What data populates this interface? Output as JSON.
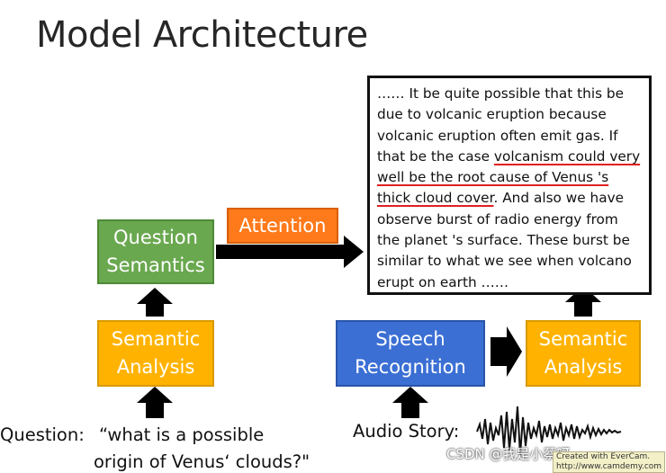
{
  "title": "Model Architecture",
  "boxes": {
    "question_semantics": "Question\nSemantics",
    "attention": "Attention",
    "semantic_analysis_left": "Semantic\nAnalysis",
    "speech_recognition": "Speech\nRecognition",
    "semantic_analysis_right": "Semantic\nAnalysis"
  },
  "story": {
    "part1": "…… It be quite possible that this be due to volcanic eruption because volcanic eruption often emit gas. If that be the case ",
    "underlined": "volcanism could very well be the root cause of Venus 's thick cloud cover",
    "part2": ". And also we have observe burst of radio energy from the planet 's surface. These burst be similar to what we see when volcano erupt on earth ……"
  },
  "question": {
    "label": "Question:",
    "line1": "“what is a possible",
    "line2": "origin of Venus‘ clouds?\""
  },
  "audio_label": "Audio Story:",
  "watermark": "CSDN @我是小蔡呀~~~",
  "evercam": {
    "line1": "Created with EverCam.",
    "line2": "http://www.camdemy.com"
  },
  "colors": {
    "green": "#6aa84f",
    "orange": "#ffb300",
    "blue": "#3b6fd4",
    "attention": "#ff7a1a",
    "underline": "#e02020"
  }
}
